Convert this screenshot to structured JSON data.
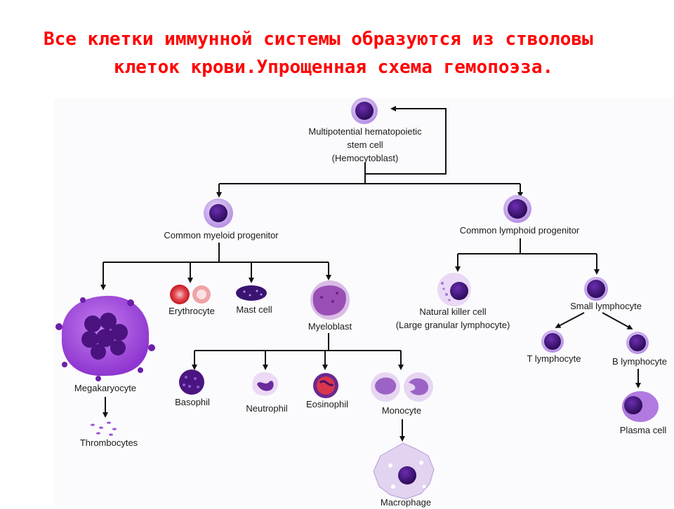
{
  "title": {
    "line1": "Все клетки иммунной системы образуются из стволовы",
    "line2": "клеток крови.Упрощенная схема гемопоэза."
  },
  "cells": {
    "stem_line1": "Multipotential hematopoietic",
    "stem_line2": "stem cell",
    "stem_line3": "(Hemocytoblast)",
    "myeloid": "Common myeloid progenitor",
    "lymphoid": "Common lymphoid progenitor",
    "megakaryocyte": "Megakaryocyte",
    "thrombocytes": "Thrombocytes",
    "erythrocyte": "Erythrocyte",
    "mast_cell": "Mast cell",
    "myeloblast": "Myeloblast",
    "basophil": "Basophil",
    "neutrophil": "Neutrophil",
    "eosinophil": "Eosinophil",
    "monocyte": "Monocyte",
    "macrophage": "Macrophage",
    "nk_line1": "Natural killer cell",
    "nk_line2": "(Large granular lymphocyte)",
    "small_lymphocyte": "Small lymphocyte",
    "t_lymphocyte": "T lymphocyte",
    "b_lymphocyte": "B lymphocyte",
    "plasma_cell": "Plasma cell"
  },
  "colors": {
    "title": "#ff0000",
    "nucleus": "#3d1470",
    "cytoplasm": "#c9a8ec",
    "megakaryocyte": "#a14ed8",
    "erythrocyte": "#d8232a"
  }
}
